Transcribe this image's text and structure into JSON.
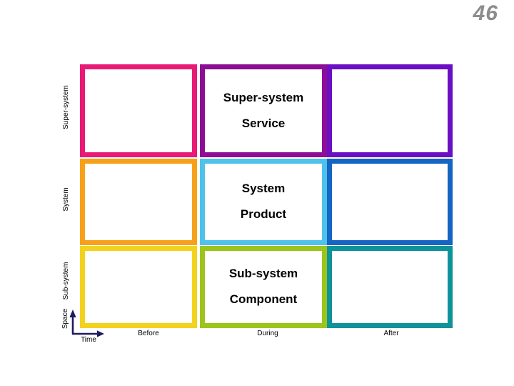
{
  "slide": {
    "page_number": "46",
    "page_number_color": "#8c8c8c",
    "background": "#ffffff"
  },
  "matrix": {
    "row_labels": [
      "Super-system",
      "System",
      "Sub-system"
    ],
    "column_labels": [
      "Before",
      "During",
      "After"
    ],
    "axes": {
      "vertical_label": "Space",
      "horizontal_label": "Time",
      "arrow_color": "#1e1b63"
    },
    "rows": [
      {
        "cells": [
          {
            "border_color": "#e91a75",
            "lines": []
          },
          {
            "border_color": "#8d0e95",
            "lines": [
              "Super-system",
              "Service"
            ]
          },
          {
            "border_color": "#6b0fc4",
            "lines": []
          }
        ]
      },
      {
        "cells": [
          {
            "border_color": "#f7a11a",
            "lines": []
          },
          {
            "border_color": "#4fc2eb",
            "lines": [
              "System",
              "Product"
            ]
          },
          {
            "border_color": "#1565c3",
            "lines": []
          }
        ]
      },
      {
        "cells": [
          {
            "border_color": "#f3d21e",
            "lines": []
          },
          {
            "border_color": "#9dc41c",
            "lines": [
              "Sub-system",
              "Component"
            ]
          },
          {
            "border_color": "#0f939b",
            "lines": []
          }
        ]
      }
    ]
  }
}
